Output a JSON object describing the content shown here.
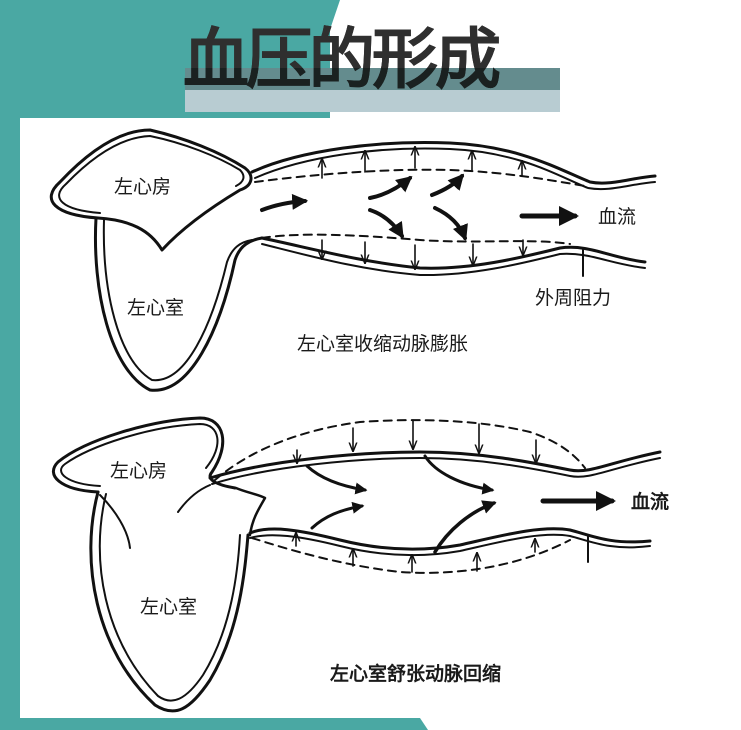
{
  "title": "血压的形成",
  "colors": {
    "frame_teal": "#4aa8a3",
    "title_text": "#2f2f2f",
    "title_band": "#b8ccd2",
    "line": "#111111"
  },
  "top_panel": {
    "atrium_label": "左心房",
    "ventricle_label": "左心室",
    "flow_label": "血流",
    "resistance_label": "外周阻力",
    "caption": "左心室收缩动脉膨胀"
  },
  "bottom_panel": {
    "atrium_label": "左心房",
    "ventricle_label": "左心室",
    "flow_label": "血流",
    "caption": "左心室舒张动脉回缩"
  }
}
